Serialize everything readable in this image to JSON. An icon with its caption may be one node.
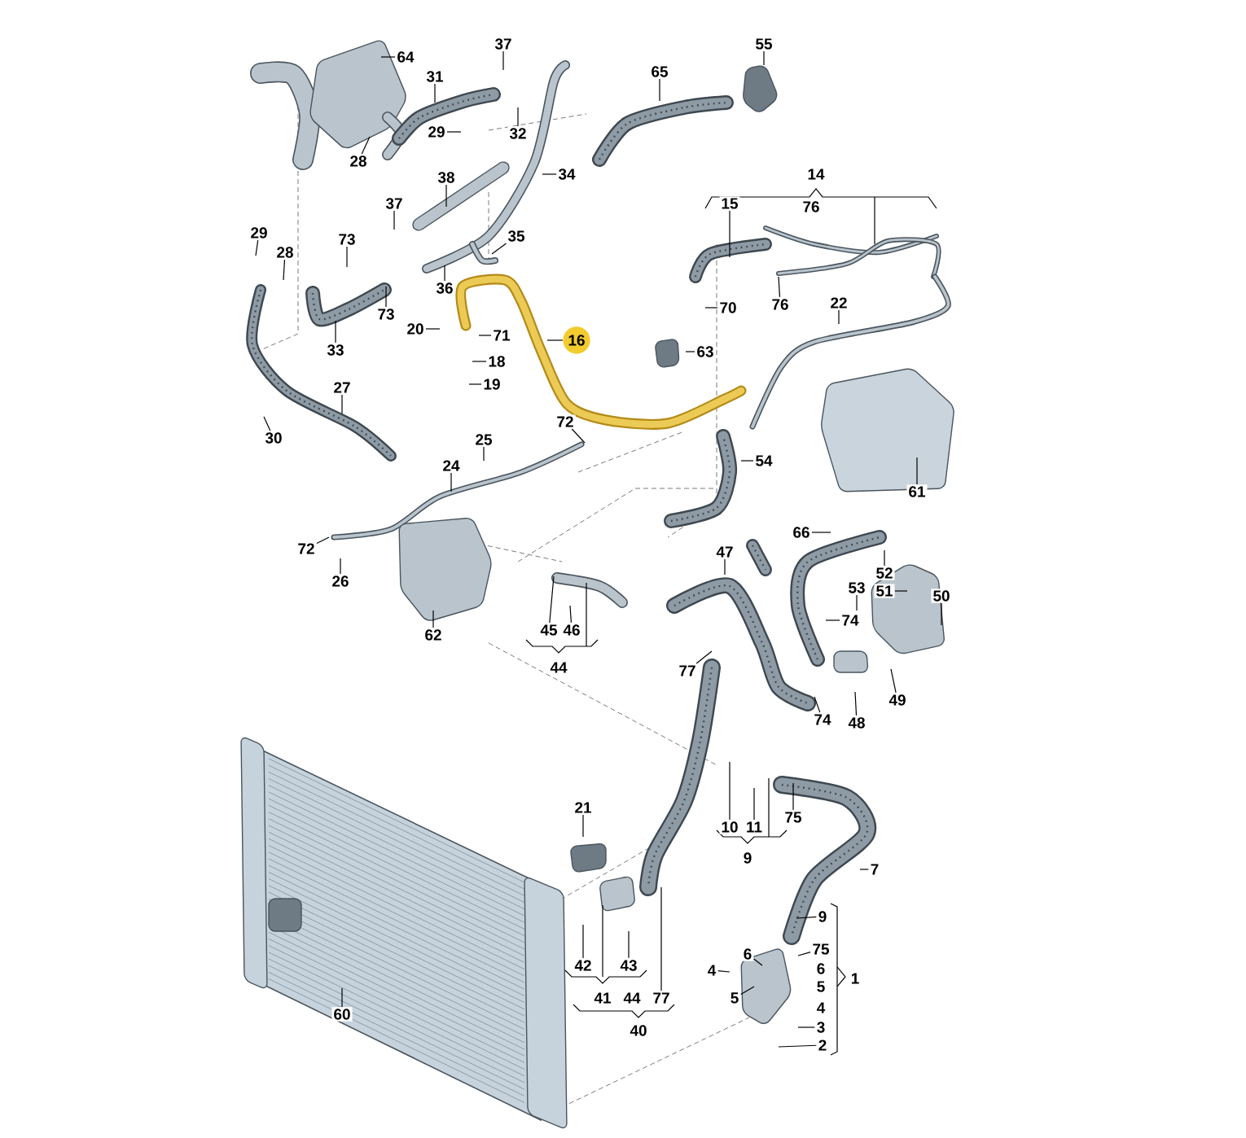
{
  "diagram": {
    "nodes": [
      {
        "text": [
          "55"
        ]
      },
      {
        "text": [
          "37"
        ]
      },
      {
        "text": [
          "64"
        ]
      },
      {
        "text": [
          "65"
        ]
      },
      {
        "text": [
          "31"
        ]
      },
      {
        "text": [
          "29"
        ]
      },
      {
        "text": [
          "32"
        ]
      },
      {
        "text": [
          "28"
        ]
      },
      {
        "text": [
          "34"
        ]
      },
      {
        "text": [
          "38"
        ]
      },
      {
        "text": [
          "15"
        ]
      },
      {
        "text": [
          "37"
        ]
      },
      {
        "text": [
          "29"
        ]
      },
      {
        "text": [
          "73"
        ]
      },
      {
        "text": [
          "35"
        ]
      },
      {
        "text": [
          "28"
        ]
      },
      {
        "text": [
          "36"
        ]
      },
      {
        "text": [
          "76"
        ]
      },
      {
        "text": [
          "22"
        ]
      },
      {
        "text": [
          "70"
        ]
      },
      {
        "text": [
          "73"
        ]
      },
      {
        "text": [
          "20"
        ]
      },
      {
        "text": [
          "71"
        ]
      },
      {
        "text": [
          "16"
        ]
      },
      {
        "text": [
          "33"
        ]
      },
      {
        "text": [
          "63"
        ]
      },
      {
        "text": [
          "18"
        ]
      },
      {
        "text": [
          "19"
        ]
      },
      {
        "text": [
          "27"
        ]
      },
      {
        "text": [
          "72"
        ]
      },
      {
        "text": [
          "30"
        ]
      },
      {
        "text": [
          "25"
        ]
      },
      {
        "text": [
          "54"
        ]
      },
      {
        "text": [
          "24"
        ]
      },
      {
        "text": [
          "61"
        ]
      },
      {
        "text": [
          "66"
        ]
      },
      {
        "text": [
          "72"
        ]
      },
      {
        "text": [
          "47"
        ]
      },
      {
        "text": [
          "52"
        ]
      },
      {
        "text": [
          "26"
        ]
      },
      {
        "text": [
          "53"
        ]
      },
      {
        "text": [
          "51"
        ]
      },
      {
        "text": [
          "50"
        ]
      },
      {
        "text": [
          "45"
        ]
      },
      {
        "text": [
          "46"
        ]
      },
      {
        "text": [
          "62"
        ]
      },
      {
        "text": [
          "74"
        ]
      },
      {
        "text": [
          "77"
        ]
      },
      {
        "text": [
          "49"
        ]
      },
      {
        "text": [
          "48"
        ]
      },
      {
        "text": [
          "74"
        ]
      },
      {
        "text": [
          "75"
        ]
      },
      {
        "text": [
          "10"
        ]
      },
      {
        "text": [
          "11"
        ]
      },
      {
        "text": [
          "21"
        ]
      },
      {
        "text": [
          "7"
        ]
      },
      {
        "text": [
          "9"
        ]
      },
      {
        "text": [
          "42"
        ]
      },
      {
        "text": [
          "43"
        ]
      },
      {
        "text": [
          "75"
        ]
      },
      {
        "text": [
          "6"
        ]
      },
      {
        "text": [
          "4"
        ]
      },
      {
        "text": [
          "77"
        ]
      },
      {
        "text": [
          "5"
        ]
      },
      {
        "text": [
          "60"
        ]
      },
      {
        "text": [
          "3"
        ]
      },
      {
        "text": [
          "2"
        ]
      }
    ],
    "edges": [
      {
        "from": 0,
        "to": null,
        "arrow": "none"
      },
      {
        "from": 1,
        "to": null,
        "arrow": "none"
      },
      {
        "from": 2,
        "to": null,
        "arrow": "none"
      },
      {
        "from": 3,
        "to": null,
        "arrow": "none"
      },
      {
        "from": 4,
        "to": null,
        "arrow": "none"
      },
      {
        "from": 5,
        "to": null,
        "arrow": "none"
      },
      {
        "from": 6,
        "to": null,
        "arrow": "none"
      },
      {
        "from": 7,
        "to": null,
        "arrow": "none"
      },
      {
        "from": 8,
        "to": null,
        "arrow": "none"
      },
      {
        "from": 9,
        "to": null,
        "arrow": "none"
      },
      {
        "from": 10,
        "to": null,
        "arrow": "none"
      },
      {
        "from": 11,
        "to": null,
        "arrow": "none"
      },
      {
        "from": 12,
        "to": null,
        "arrow": "none"
      },
      {
        "from": 13,
        "to": null,
        "arrow": "none"
      },
      {
        "from": 14,
        "to": null,
        "arrow": "none"
      },
      {
        "from": 15,
        "to": null,
        "arrow": "none"
      },
      {
        "from": 16,
        "to": null,
        "arrow": "none"
      },
      {
        "from": 17,
        "to": null,
        "arrow": "none"
      },
      {
        "from": 18,
        "to": null,
        "arrow": "none"
      },
      {
        "from": 19,
        "to": null,
        "arrow": "none"
      },
      {
        "from": 20,
        "to": null,
        "arrow": "none"
      },
      {
        "from": 21,
        "to": null,
        "arrow": "none"
      },
      {
        "from": 22,
        "to": null,
        "arrow": "none"
      },
      {
        "from": 23,
        "to": null,
        "arrow": "none"
      },
      {
        "from": 24,
        "to": null,
        "arrow": "none"
      },
      {
        "from": 25,
        "to": null,
        "arrow": "none"
      },
      {
        "from": 26,
        "to": null,
        "arrow": "none"
      },
      {
        "from": 27,
        "to": null,
        "arrow": "none"
      },
      {
        "from": 28,
        "to": null,
        "arrow": "none"
      },
      {
        "from": 29,
        "to": null,
        "arrow": "none"
      },
      {
        "from": 30,
        "to": null,
        "arrow": "none"
      },
      {
        "from": 31,
        "to": null,
        "arrow": "none"
      },
      {
        "from": 32,
        "to": null,
        "arrow": "none"
      },
      {
        "from": 33,
        "to": null,
        "arrow": "none"
      },
      {
        "from": 34,
        "to": null,
        "arrow": "none"
      },
      {
        "from": 35,
        "to": null,
        "arrow": "none"
      },
      {
        "from": 36,
        "to": null,
        "arrow": "none"
      },
      {
        "from": 37,
        "to": null,
        "arrow": "none"
      },
      {
        "from": 38,
        "to": null,
        "arrow": "none"
      },
      {
        "from": 39,
        "to": null,
        "arrow": "none"
      },
      {
        "from": 40,
        "to": null,
        "arrow": "none"
      },
      {
        "from": 41,
        "to": null,
        "arrow": "none"
      },
      {
        "from": 42,
        "to": null,
        "arrow": "none"
      },
      {
        "from": 43,
        "to": null,
        "arrow": "none"
      },
      {
        "from": 44,
        "to": null,
        "arrow": "none"
      },
      {
        "from": 45,
        "to": null,
        "arrow": "none"
      },
      {
        "from": 46,
        "to": null,
        "arrow": "none"
      },
      {
        "from": 47,
        "to": null,
        "arrow": "none"
      },
      {
        "from": 48,
        "to": null,
        "arrow": "none"
      },
      {
        "from": 49,
        "to": null,
        "arrow": "none"
      },
      {
        "from": 50,
        "to": null,
        "arrow": "none"
      },
      {
        "from": 51,
        "to": null,
        "arrow": "none"
      },
      {
        "from": 52,
        "to": null,
        "arrow": "none"
      },
      {
        "from": 53,
        "to": null,
        "arrow": "none"
      },
      {
        "from": 54,
        "to": null,
        "arrow": "none"
      },
      {
        "from": 55,
        "to": null,
        "arrow": "none"
      },
      {
        "from": 56,
        "to": null,
        "arrow": "none"
      },
      {
        "from": 57,
        "to": null,
        "arrow": "none"
      },
      {
        "from": 58,
        "to": null,
        "arrow": "none"
      },
      {
        "from": 59,
        "to": null,
        "arrow": "none"
      },
      {
        "from": 60,
        "to": null,
        "arrow": "none"
      },
      {
        "from": 61,
        "to": null,
        "arrow": "none"
      },
      {
        "from": 62,
        "to": null,
        "arrow": "none"
      },
      {
        "from": 63,
        "to": null,
        "arrow": "none"
      },
      {
        "from": 64,
        "to": null,
        "arrow": "none"
      },
      {
        "from": 65,
        "to": null,
        "arrow": "none"
      },
      {
        "from": 66,
        "to": null,
        "arrow": "none"
      }
    ],
    "labels": [
      "14",
      "76",
      "44",
      "9",
      "6",
      "1",
      "5",
      "41",
      "44",
      "4",
      "40"
    ]
  }
}
